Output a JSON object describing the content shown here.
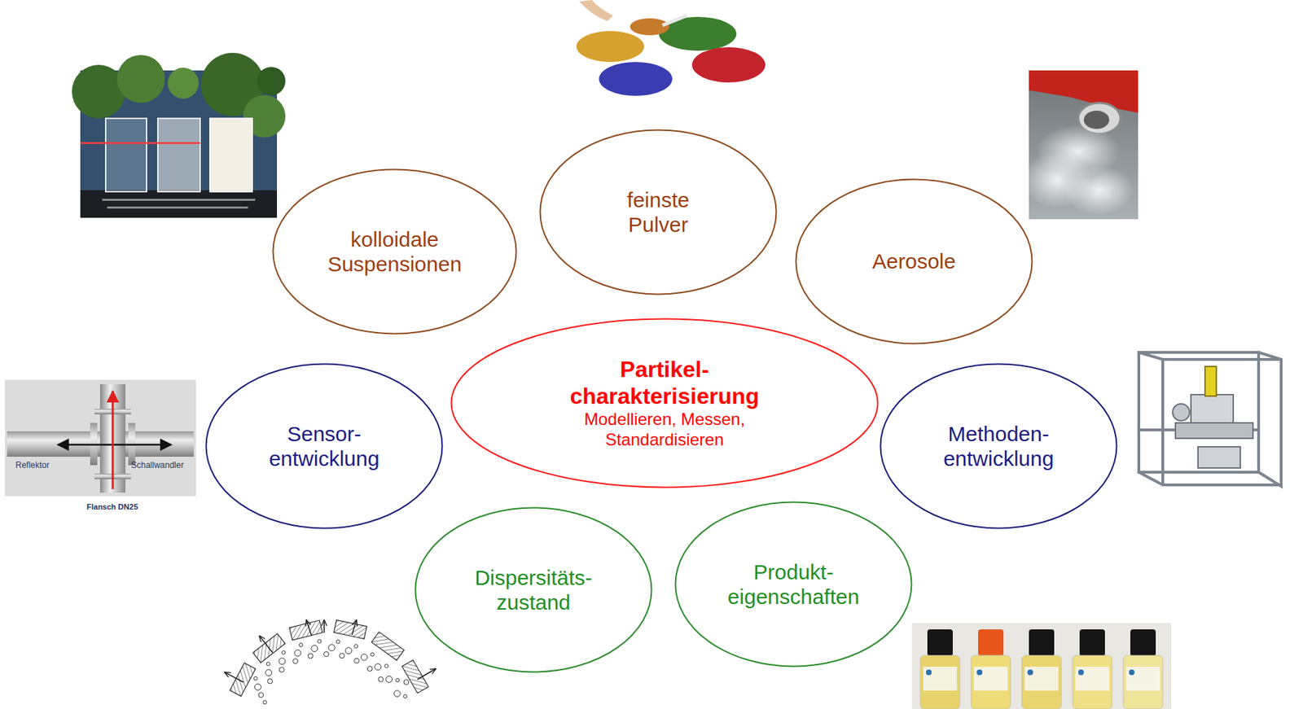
{
  "diagram": {
    "nodes": [
      {
        "text": [
          "kolloidale Suspensionen"
        ]
      },
      {
        "text": [
          "feinste Pulver"
        ]
      },
      {
        "text": [
          "Aerosole"
        ]
      },
      {
        "text": [
          "Sensor- entwicklung"
        ]
      },
      {
        "text": [
          "Partikel- charakterisierung",
          "Modellieren, Messen, Standardisieren"
        ]
      },
      {
        "text": [
          "Methoden- entwicklung"
        ]
      },
      {
        "text": [
          "Dispersitäts- zustand"
        ]
      },
      {
        "text": [
          "Produkt- eigenschaften"
        ]
      }
    ],
    "labels": [
      "Reflektor",
      "Schallwandler",
      "Flansch DN25"
    ]
  }
}
